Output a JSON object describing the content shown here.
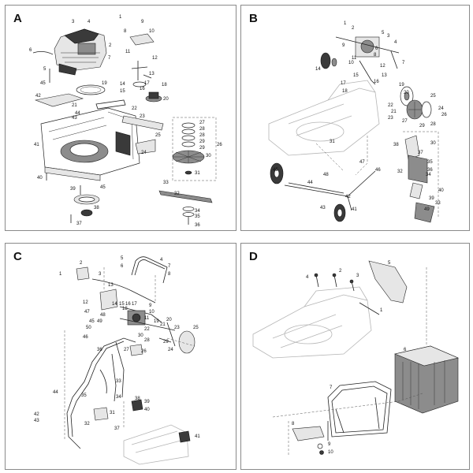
{
  "panels": [
    {
      "letter": "A",
      "callouts": [
        "1",
        "2",
        "3",
        "4",
        "5",
        "6",
        "7",
        "8",
        "9",
        "10",
        "11",
        "12",
        "13",
        "14",
        "15",
        "16",
        "17",
        "18",
        "19",
        "20",
        "21",
        "22",
        "23",
        "24",
        "25",
        "26",
        "27",
        "28",
        "28",
        "29",
        "29",
        "30",
        "31",
        "32",
        "33",
        "34",
        "35",
        "36",
        "37",
        "38",
        "39",
        "40",
        "41",
        "42",
        "43",
        "44",
        "45",
        "45"
      ]
    },
    {
      "letter": "B",
      "callouts": [
        "1",
        "2",
        "3",
        "4",
        "5",
        "6",
        "7",
        "8",
        "9",
        "10",
        "11",
        "12",
        "13",
        "14",
        "15",
        "16",
        "17",
        "18",
        "19",
        "20",
        "21",
        "22",
        "23",
        "24",
        "25",
        "26",
        "27",
        "28",
        "29",
        "30",
        "31",
        "32",
        "33",
        "34",
        "35",
        "36",
        "37",
        "38",
        "39",
        "40",
        "41",
        "42",
        "43",
        "44",
        "45",
        "46",
        "47",
        "48",
        "49"
      ]
    },
    {
      "letter": "C",
      "callouts": [
        "1",
        "2",
        "3",
        "4",
        "5",
        "6",
        "7",
        "8",
        "9",
        "10",
        "11",
        "12",
        "13",
        "14",
        "15",
        "16",
        "17",
        "18",
        "19",
        "20",
        "21",
        "22",
        "23",
        "24",
        "25",
        "26",
        "27",
        "28",
        "29",
        "30",
        "31",
        "32",
        "33",
        "34",
        "35",
        "36",
        "37",
        "38",
        "39",
        "40",
        "41",
        "42",
        "43",
        "44",
        "45",
        "46",
        "47",
        "48",
        "49",
        "50"
      ]
    },
    {
      "letter": "D",
      "callouts": [
        "1",
        "2",
        "3",
        "4",
        "5",
        "6",
        "7",
        "8",
        "9",
        "10"
      ]
    }
  ]
}
